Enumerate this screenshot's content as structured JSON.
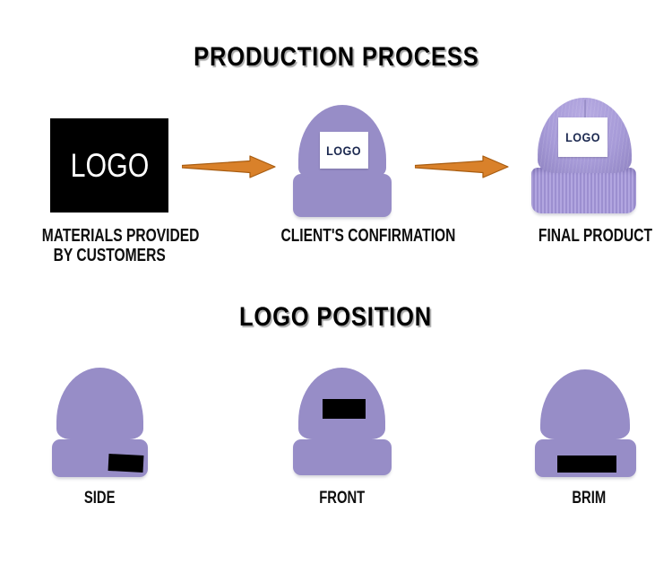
{
  "colors": {
    "beanie_purple": "#978DC7",
    "beanie_photo_purple": "#A79BD8",
    "arrow_orange": "#D9812A",
    "arrow_outline": "#A85C10",
    "patch_text_navy": "#1C2950",
    "logo_box_black": "#000000"
  },
  "section_process": {
    "title": "PRODUCTION PROCESS",
    "steps": [
      {
        "logo_text": "LOGO",
        "caption_line1": "MATERIALS PROVIDED",
        "caption_line2": "BY CUSTOMERS"
      },
      {
        "patch_text": "LOGO",
        "caption": "CLIENT'S CONFIRMATION"
      },
      {
        "patch_text": "LOGO",
        "caption": "FINAL PRODUCT"
      }
    ]
  },
  "section_position": {
    "title": "LOGO POSITION",
    "positions": [
      {
        "caption": "SIDE"
      },
      {
        "caption": "FRONT"
      },
      {
        "caption": "BRIM"
      }
    ]
  }
}
